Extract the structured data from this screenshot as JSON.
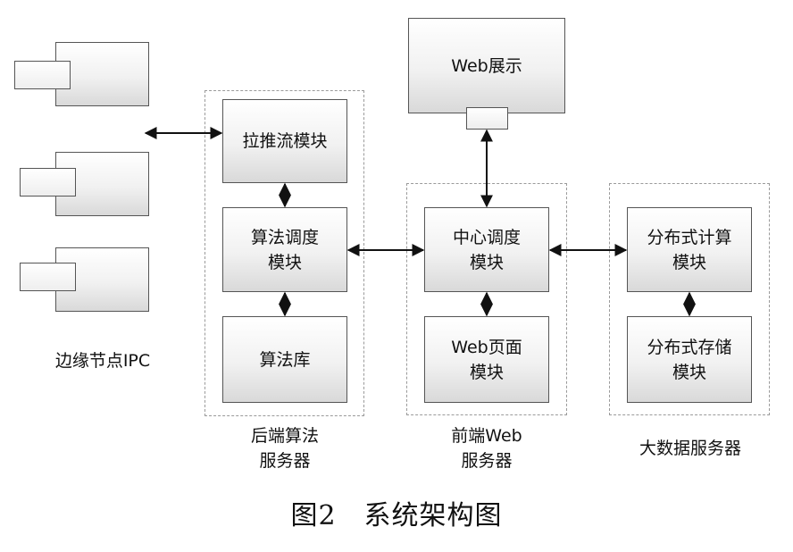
{
  "edge_nodes": {
    "label": "边缘节点IPC",
    "device_count": 3
  },
  "backend": {
    "group_label": "后端算法\n服务器",
    "modules": {
      "pull_push": "拉推流模块",
      "algo_schedule": "算法调度\n模块",
      "algo_library": "算法库"
    }
  },
  "frontend": {
    "group_label": "前端Web\n服务器",
    "modules": {
      "center_schedule": "中心调度\n模块",
      "web_page": "Web页面\n模块"
    }
  },
  "web_display": {
    "label": "Web展示"
  },
  "bigdata": {
    "group_label": "大数据服务器",
    "modules": {
      "distributed_compute": "分布式计算\n模块",
      "distributed_storage": "分布式存储\n模块"
    }
  },
  "caption": "图2　系统架构图"
}
